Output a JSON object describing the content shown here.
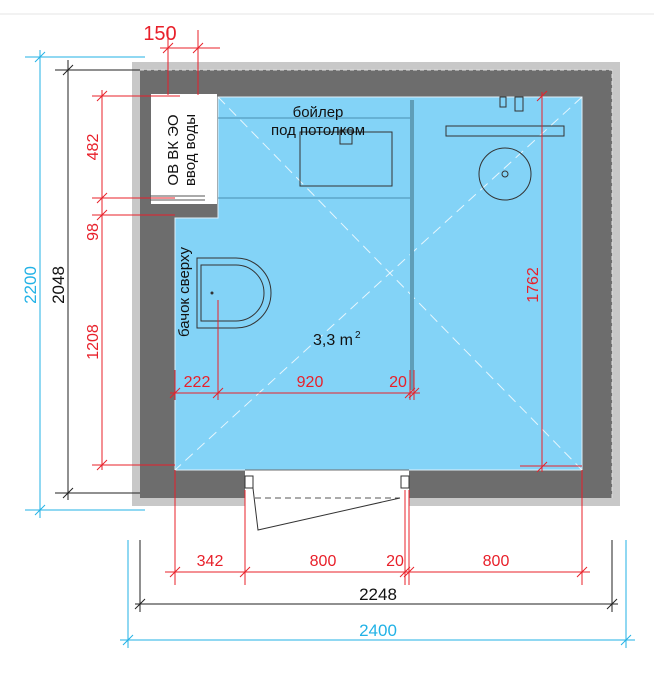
{
  "room": {
    "area": "3,3 m",
    "area_sup": "2",
    "boiler_line1": "бойлер",
    "boiler_line2": "под потолком",
    "riser_line1": "ОВ ВК ЭО",
    "riser_line2": "ввод воды",
    "tank_label": "бачок сверху"
  },
  "dimensions": {
    "top_shaft": "150",
    "left_outer": "2200",
    "left_inner": "2048",
    "left_482": "482",
    "left_98": "98",
    "left_1208": "1208",
    "inner_222": "222",
    "inner_920": "920",
    "inner_20": "20",
    "right_1762": "1762",
    "bottom_342": "342",
    "bottom_800_left": "800",
    "bottom_20": "20",
    "bottom_800_right": "800",
    "bottom_inner": "2248",
    "bottom_outer": "2400"
  },
  "colors": {
    "floor": "#83d3f7",
    "wall": "#6d6d6d",
    "dim_red": "#e8202a",
    "dim_cyan": "#22b2e6"
  }
}
